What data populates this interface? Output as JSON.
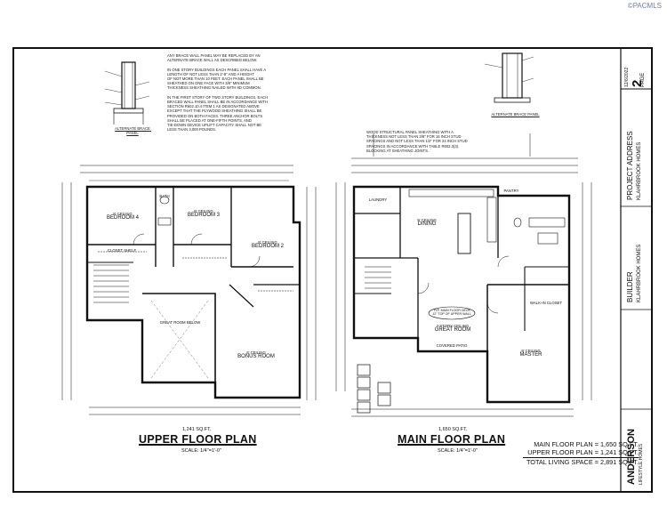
{
  "watermark": "©PACMLS",
  "notes": {
    "brace_wall": "ANY BRACE WALL PANEL MAY BE REPLACED BY AN\nALTERNATE BRACE WALL AS DESCRIBED BELOW.\n\nIN ONE STORY BUILDINGS EACH PANEL SHALL HAVE A\nLENGTH OF NOT LESS THAN 2'-8\" AND A HEIGHT\nOF NOT MORE THAN 10 FEET. EACH PANEL SHALL BE\nSHEATHED ON ONE FACE WITH 3/8\" MINIMUM\nTHICKNESS SHEATHING NAILED WITH 8D COMMON.\n\nIN THE FIRST STORY OF TWO STORY BUILDINGS, EACH\nBRACED WALL PANEL SHALL BE IN ACCORDANCE WITH\nSECTION R602.10.4 ITEM 1 AS DESIGNATED ABOVE\nEXCEPT THAT THE PLYWOOD SHEATHING SHALL BE\nPROVIDED ON BOTH FACES. THREE ANCHOR BOLTS\nSHALL BE PLACED AT ONE-FIFTH POINTS, AND\nTIE-DOWN DEVICE UPLIFT CAPACITY SHALL NOT BE\nLESS THAN 3,000 POUNDS.",
    "wood_panel": "WOOD STRUCTURAL PANEL SHEATHING WITH A\nTHICKNESS NOT LESS THAN 3/8\" FOR 16 INCH STUD\nSPACINGS AND NOT LESS THAN 1/2\" FOR 24 INCH STUD\nSPACINGS IN ACCORDANCE WITH TABLE R602.3(3).\nBLOCKING AT SHEATHING JOINTS."
  },
  "details": {
    "left_detail": "ALTERNATE BRACE PANEL",
    "right_detail": "ALTERNATE BRACE PANEL"
  },
  "upper": {
    "title": "UPPER FLOOR PLAN",
    "scale": "SCALE: 1/4\"=1'-0\"",
    "sqft": "1,241 SQ.FT.",
    "rooms": {
      "bedroom4": "BEDROOM 4",
      "bedroom3": "BEDROOM 3",
      "bedroom2": "BEDROOM 2",
      "bonus": "BONUS ROOM",
      "great_below": "GREAT ROOM BELOW",
      "closet": "CLOSET SHELF",
      "bath": "BATH"
    },
    "ceiling": "8' CEILING"
  },
  "main": {
    "title": "MAIN FLOOR PLAN",
    "scale": "SCALE: 1/4\"=1'-0\"",
    "sqft": "1,650 SQ.FT.",
    "rooms": {
      "laundry": "LAUNDRY",
      "dining": "DINING",
      "great": "GREAT ROOM",
      "master": "MASTER",
      "pantry": "PANTRY",
      "walkin": "WALK-IN CLOSET",
      "covered": "COVERED PATIO",
      "garage_ceil": "9' CEILING"
    },
    "great_note": "2-STORY CEILING",
    "callout": "TYP. MAIN FLOOR DECK\n12\" TOP OF UPPER WALL"
  },
  "summary": {
    "main": "MAIN FLOOR PLAN = 1,650 SQ.FT.",
    "upper": "UPPER FLOOR PLAN = 1,241 SQ.FT.",
    "total": "TOTAL LIVING SPACE = 2,891 SQ.FT."
  },
  "title_block": {
    "page_label": "PAGE",
    "page_number": "2",
    "date": "12/6/2022",
    "project_address": "PROJECT ADDRESS",
    "project_location": "KLAHRBROOK HOMES",
    "builder": "BUILDER",
    "builder_name": "KLAHRBROOK HOMES",
    "firm": "ANDERSON",
    "firm_sub": "LIFESTYLE HOMES"
  }
}
